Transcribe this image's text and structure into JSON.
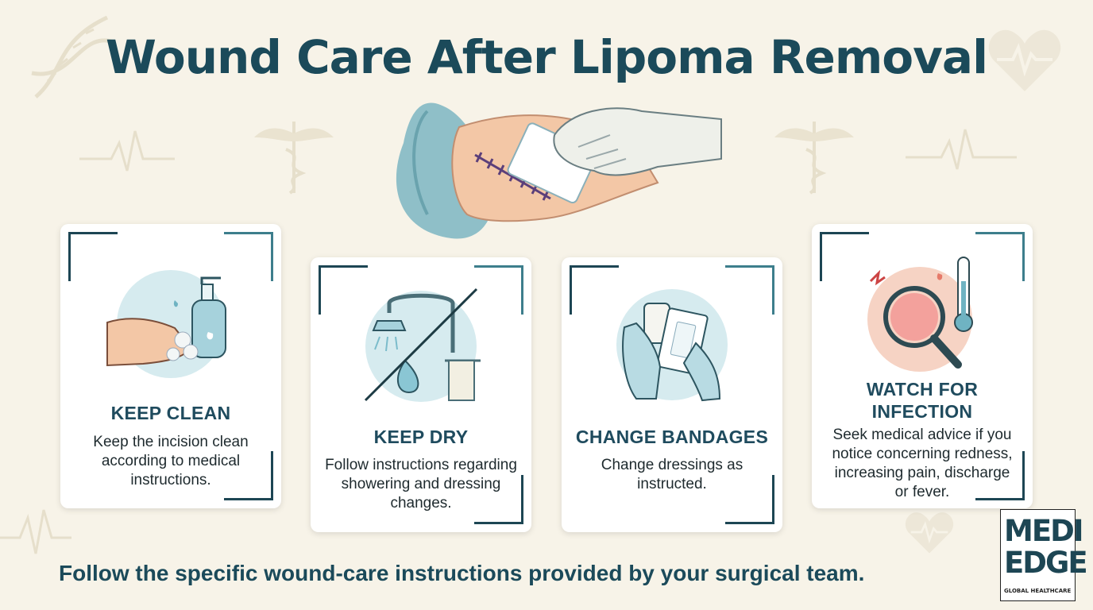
{
  "title": "Wound Care After Lipoma Removal",
  "cards": [
    {
      "heading": "KEEP CLEAN",
      "text": "Keep the incision clean according to medical instructions.",
      "icon": "hand-washing-icon"
    },
    {
      "heading": "KEEP DRY",
      "text": "Follow instructions regarding showering and dressing changes.",
      "icon": "no-shower-icon"
    },
    {
      "heading": "CHANGE BANDAGES",
      "text": "Change dressings as instructed.",
      "icon": "bandage-change-icon"
    },
    {
      "heading_line1": "WATCH FOR",
      "heading_line2": "INFECTION",
      "text": "Seek medical advice if you notice concerning redness, increasing pain, discharge or fever.",
      "icon": "infection-magnifier-icon"
    }
  ],
  "footer": "Follow the specific wound-care instructions provided by your surgical team.",
  "logo": {
    "line1": "MEDI",
    "line2": "EDGE",
    "line3": "GLOBAL HEALTHCARE"
  },
  "colors": {
    "primary": "#1b4a5a",
    "accent": "#3d7e8c",
    "background": "#f7f3e8",
    "icon_circle": "#d6ebef",
    "infection_circle": "#f6d3c4"
  }
}
